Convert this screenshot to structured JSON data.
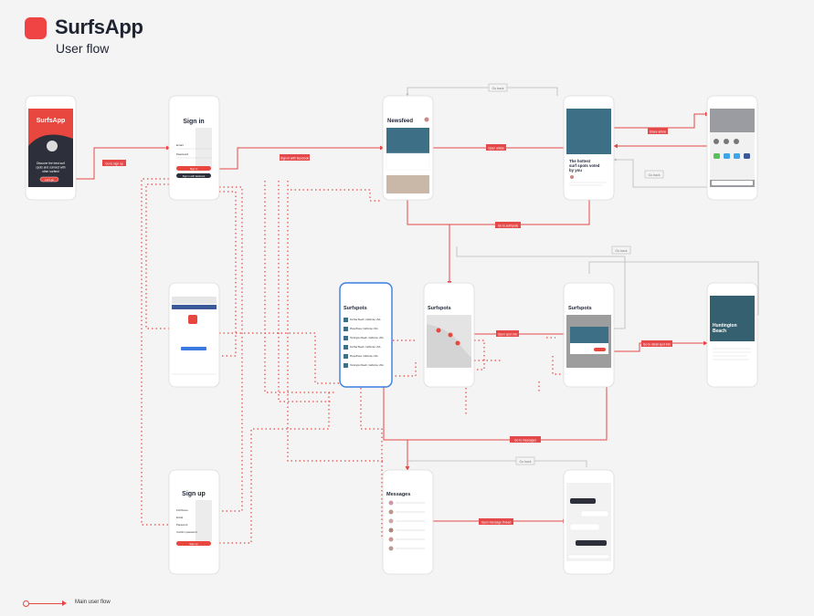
{
  "header": {
    "app_name": "SurfsApp",
    "subtitle": "User flow"
  },
  "legend": {
    "label": "Main user flow"
  },
  "colors": {
    "accent": "#f04444",
    "line": "#e54848",
    "dark": "#1f2433",
    "gray_line": "#b9b9b9",
    "selected": "#3a7de0"
  },
  "screens": {
    "splash": {
      "brand": "SurfsApp",
      "tagline_1": "Discover the best surf",
      "tagline_2": "spots and connect with",
      "tagline_3": "other surfers!",
      "button": "Let's go"
    },
    "signin": {
      "title": "Sign in",
      "field_1": "Email",
      "field_2": "Password",
      "button": "Sign in",
      "facebook": "Sign in with facebook"
    },
    "signup": {
      "title": "Sign up",
      "field_1": "Full Name",
      "field_2": "Email",
      "field_3": "Password",
      "field_4": "Confirm password",
      "button": "Sign up"
    },
    "newsfeed": {
      "title": "Newsfeed"
    },
    "article": {
      "headline_1": "The hottest",
      "headline_2": "surf spots voted",
      "headline_3": "by you"
    },
    "surfspots_list": {
      "title": "Surfspots",
      "items": [
        "Del Mar Beach, California, USA",
        "Playa Brava, California, USA",
        "Huntington Beach, California, USA",
        "Del Mar Beach, California, USA",
        "Playa Brava, California, USA",
        "Huntington Beach, California, USA"
      ]
    },
    "surfspots_map": {
      "title": "Surfspots"
    },
    "surfspots_detail_map": {
      "title": "Surfspots"
    },
    "spot_detail": {
      "title_1": "Huntington",
      "title_2": "Beach"
    },
    "messages": {
      "title": "Messages"
    }
  },
  "arrow_labels": {
    "to_signup": "Go to sign up",
    "signin": "Sign in with facebook",
    "open_article": "Open article",
    "share": "Share article",
    "go_surfspots": "Go to surfspots",
    "open_spot": "Open spot info",
    "open_detail": "Go to detail spot info",
    "go_messages": "Go to messages",
    "open_chat": "Open message thread",
    "go_back_1": "Go back",
    "go_back_2": "Go back",
    "go_back_3": "Go back",
    "go_back_4": "Go back"
  }
}
